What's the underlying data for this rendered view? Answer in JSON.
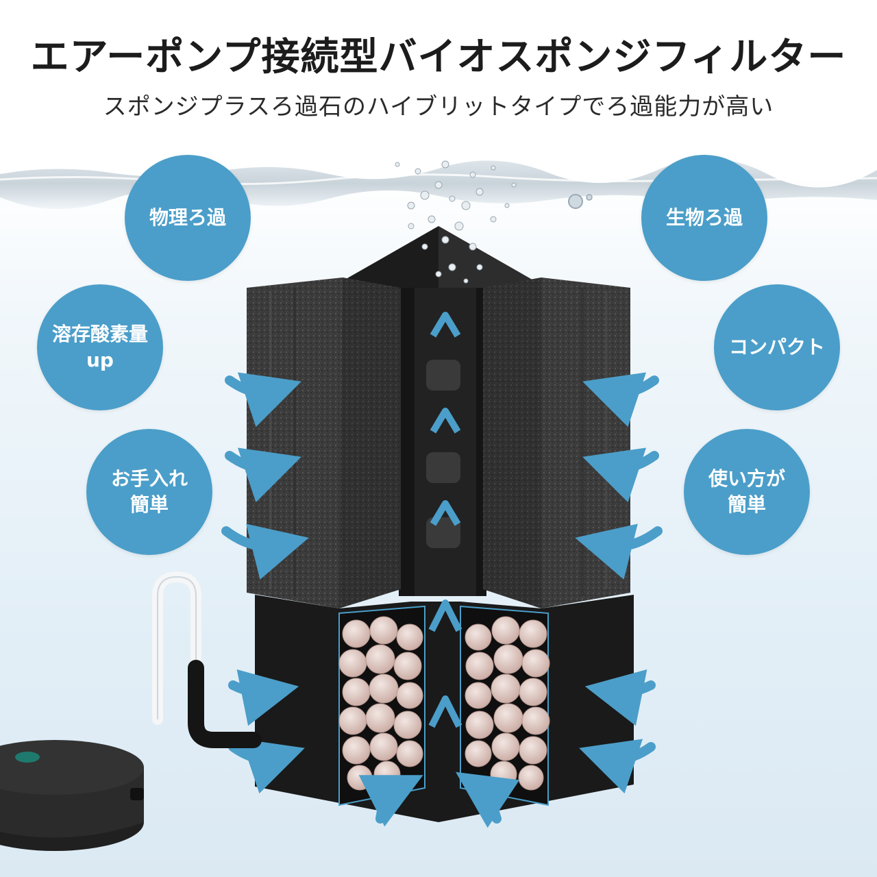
{
  "header": {
    "title": "エアーポンプ接続型バイオスポンジフィルター",
    "subtitle": "スポンジプラスろ過石のハイブリットタイプでろ過能力が高い"
  },
  "features": {
    "left": [
      {
        "label": "物理ろ過",
        "icon": "filter-feature"
      },
      {
        "label": "溶存酸素量\nup",
        "icon": "oxygen-feature"
      },
      {
        "label": "お手入れ\n簡単",
        "icon": "maintenance-feature"
      }
    ],
    "right": [
      {
        "label": "生物ろ過",
        "icon": "bio-filter-feature"
      },
      {
        "label": "コンパクト",
        "icon": "compact-feature"
      },
      {
        "label": "使い方が\n簡単",
        "icon": "easy-use-feature"
      }
    ]
  },
  "colors": {
    "badge": "#4b9ec9",
    "arrow": "#4b9ec9",
    "sponge": "#3b3b3b",
    "housing": "#1a1a1a",
    "ceramic": "#e3cfc9"
  }
}
